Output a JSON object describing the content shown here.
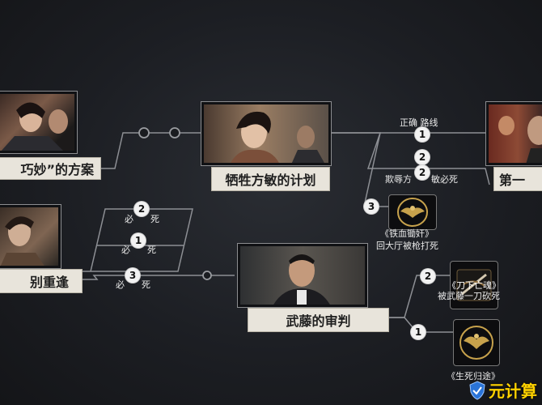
{
  "nodes": {
    "plan": {
      "label": "巧妙”的方案",
      "icon": "scene-portrait"
    },
    "sacrifice": {
      "label": "牺牲方敏的计划",
      "icon": "scene-portrait"
    },
    "first": {
      "label": "第一",
      "icon": "scene-portrait"
    },
    "reunion": {
      "label": "别重逢",
      "icon": "scene-portrait"
    },
    "trial": {
      "label": "武藤的审判",
      "icon": "scene-portrait"
    }
  },
  "branches": {
    "correct_route": {
      "num": "1",
      "text": "正确 路线"
    },
    "humiliate": {
      "num": "2",
      "text_a": "欺辱方",
      "text_b": "敏必死"
    },
    "traitor": {
      "num": "3",
      "title": "《铁血锄奸》",
      "desc": "回大厅被枪打死",
      "icon": "eagle-emblem-icon"
    },
    "must_die_2": {
      "num": "2",
      "pre": "必",
      "post": "死"
    },
    "must_die_1": {
      "num": "1",
      "pre": "必",
      "post": "死"
    },
    "must_die_3": {
      "num": "3",
      "pre": "必",
      "post": "死"
    },
    "blade": {
      "num": "2",
      "title": "《刀下亡魂》",
      "desc": "被武藤一刀砍死",
      "icon": "blade-emblem-icon"
    },
    "life_death": {
      "num": "1",
      "title": "《生死归途》",
      "icon": "eagle-emblem-icon"
    }
  },
  "watermark": {
    "text": "元计算",
    "icon": "shield-logo-icon"
  }
}
